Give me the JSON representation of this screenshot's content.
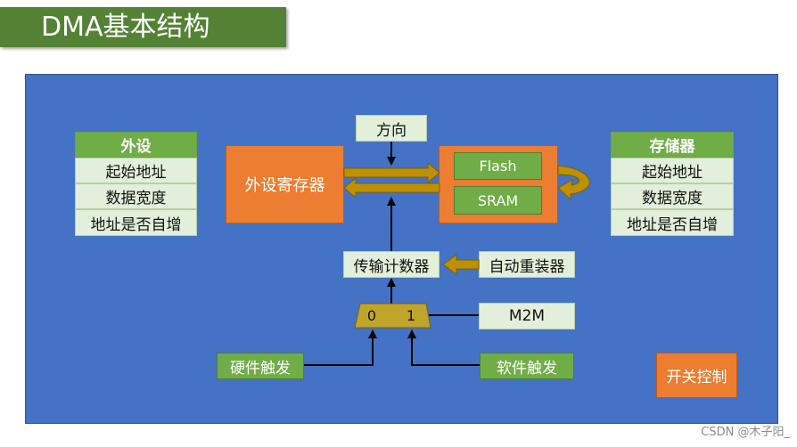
{
  "title": "DMA基本结构",
  "peripheral": {
    "header": "外设",
    "rows": [
      "起始地址",
      "数据宽度",
      "地址是否自增"
    ]
  },
  "memory": {
    "header": "存储器",
    "rows": [
      "起始地址",
      "数据宽度",
      "地址是否自增"
    ]
  },
  "direction": "方向",
  "peripheral_register": "外设寄存器",
  "flash": "Flash",
  "sram": "SRAM",
  "transfer_counter": "传输计数器",
  "auto_reload": "自动重装器",
  "mux": {
    "in0": "0",
    "in1": "1"
  },
  "m2m": "M2M",
  "hardware_trigger": "硬件触发",
  "software_trigger": "软件触发",
  "switch_control": "开关控制",
  "watermark": "CSDN @木子阳_",
  "colors": {
    "panel": "#4472c4",
    "title_bar": "#548235",
    "green": "#70ad47",
    "light_green": "#e2efda",
    "orange": "#ed7d31",
    "olive_arrow": "#bf9000"
  }
}
